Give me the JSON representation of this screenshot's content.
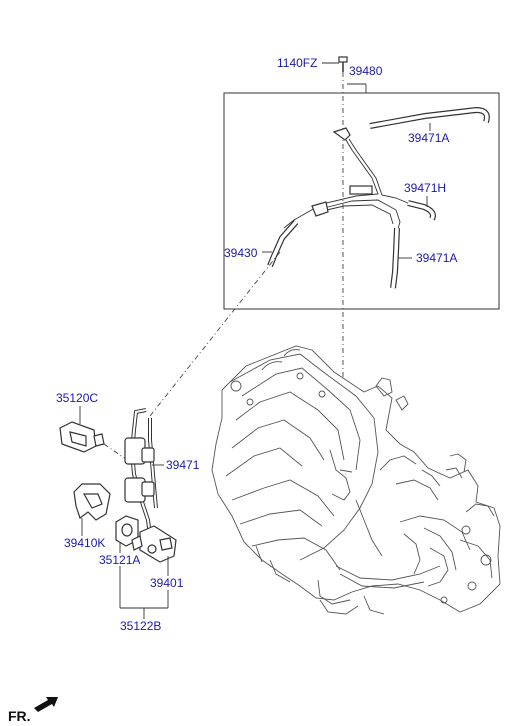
{
  "labels": {
    "bolt": "1140FZ",
    "hose_assembly": "39480",
    "hose_a_upper": "39471A",
    "hose_h": "39471H",
    "hose_430": "39430",
    "hose_a_lower": "39471A",
    "sensor": "35120C",
    "hose_471": "39471",
    "bracket": "39410K",
    "valve": "35121A",
    "solenoid": "39401",
    "assembly_122": "35122B"
  },
  "direction": {
    "label": "FR."
  },
  "colors": {
    "label_text": "#1a1aa8",
    "line": "#333333"
  }
}
